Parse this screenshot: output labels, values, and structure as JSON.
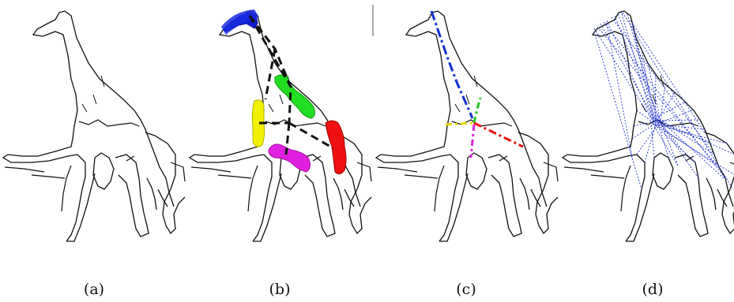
{
  "panels": [
    {
      "id": "a",
      "caption": "(a)"
    },
    {
      "id": "b",
      "caption": "(b)"
    },
    {
      "id": "c",
      "caption": "(c)"
    },
    {
      "id": "d",
      "caption": "(d)"
    }
  ],
  "colors": {
    "contour": "#111111",
    "part_head": "#1020d0",
    "part_back": "#22dd22",
    "part_chest": "#e8e800",
    "part_belly": "#e020e0",
    "part_rear": "#ee1111",
    "skeleton_b": "#111111",
    "axis_head": "#1030d0",
    "axis_back": "#22cc22",
    "axis_chest": "#e8d800",
    "axis_belly": "#dd22dd",
    "axis_rear": "#ee1111",
    "dotted_lines": "#2233cc"
  }
}
